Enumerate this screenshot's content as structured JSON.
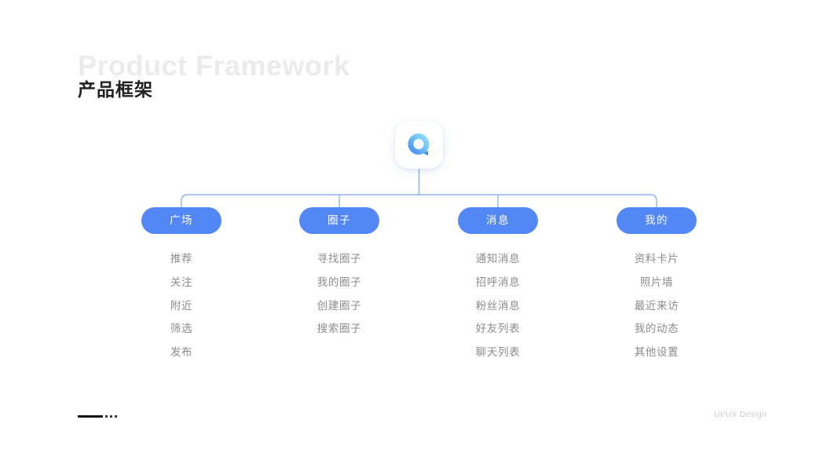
{
  "header": {
    "title_en": "Product Framework",
    "title_cn": "产品框架"
  },
  "logo": {
    "icon_name": "app-logo-q-bubble-icon",
    "card_color": "#ffffff",
    "gradient_from": "#8fe0f7",
    "gradient_to": "#3f7df4"
  },
  "colors": {
    "accent": "#5287f5",
    "connector": "#8fb3f7",
    "title_en": "#ebebeb",
    "title_cn": "#222222",
    "item_text": "#8c8c8c",
    "footer_note": "#c9c9c9"
  },
  "branches": [
    {
      "label": "广场",
      "items": [
        "推荐",
        "关注",
        "附近",
        "筛选",
        "发布"
      ]
    },
    {
      "label": "圈子",
      "items": [
        "寻找圈子",
        "我的圈子",
        "创建圈子",
        "搜索圈子"
      ]
    },
    {
      "label": "消息",
      "items": [
        "通知消息",
        "招呼消息",
        "粉丝消息",
        "好友列表",
        "聊天列表"
      ]
    },
    {
      "label": "我的",
      "items": [
        "资料卡片",
        "照片墙",
        "最近来访",
        "我的动态",
        "其他设置"
      ]
    }
  ],
  "footer": {
    "note": "UI/UX Design"
  }
}
